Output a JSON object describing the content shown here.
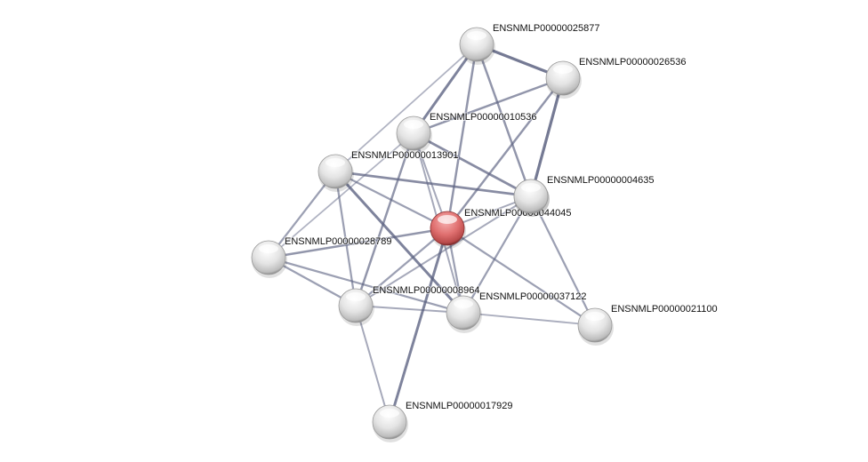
{
  "network": {
    "center_color": "#e06666",
    "node_color": "#e8e8e8",
    "edge_color": "#5a6080",
    "nodes": [
      {
        "id": "25877",
        "label": "ENSNMLP00000025877"
      },
      {
        "id": "26536",
        "label": "ENSNMLP00000026536"
      },
      {
        "id": "10536",
        "label": "ENSNMLP00000010536"
      },
      {
        "id": "13901",
        "label": "ENSNMLP00000013901"
      },
      {
        "id": "4635",
        "label": "ENSNMLP00000004635"
      },
      {
        "id": "44045",
        "label": "ENSNMLP00000044045",
        "query": true
      },
      {
        "id": "28789",
        "label": "ENSNMLP00000028789"
      },
      {
        "id": "8964",
        "label": "ENSNMLP00000008964"
      },
      {
        "id": "37122",
        "label": "ENSNMLP00000037122"
      },
      {
        "id": "21100",
        "label": "ENSNMLP00000021100"
      },
      {
        "id": "17929",
        "label": "ENSNMLP00000017929"
      }
    ],
    "edges": [
      [
        "25877",
        "26536",
        0.9
      ],
      [
        "25877",
        "10536",
        0.8
      ],
      [
        "25877",
        "13901",
        0.3
      ],
      [
        "25877",
        "44045",
        0.6
      ],
      [
        "25877",
        "4635",
        0.6
      ],
      [
        "26536",
        "10536",
        0.6
      ],
      [
        "26536",
        "44045",
        0.6
      ],
      [
        "26536",
        "4635",
        0.9
      ],
      [
        "10536",
        "4635",
        0.7
      ],
      [
        "10536",
        "44045",
        0.4
      ],
      [
        "10536",
        "8964",
        0.6
      ],
      [
        "10536",
        "28789",
        0.3
      ],
      [
        "10536",
        "37122",
        0.4
      ],
      [
        "13901",
        "4635",
        0.7
      ],
      [
        "13901",
        "44045",
        0.5
      ],
      [
        "13901",
        "37122",
        0.8
      ],
      [
        "13901",
        "28789",
        0.5
      ],
      [
        "13901",
        "8964",
        0.5
      ],
      [
        "44045",
        "28789",
        0.6
      ],
      [
        "44045",
        "8964",
        0.5
      ],
      [
        "44045",
        "37122",
        0.5
      ],
      [
        "44045",
        "17929",
        0.8
      ],
      [
        "44045",
        "21100",
        0.5
      ],
      [
        "44045",
        "4635",
        0.4
      ],
      [
        "4635",
        "21100",
        0.5
      ],
      [
        "4635",
        "37122",
        0.5
      ],
      [
        "4635",
        "8964",
        0.4
      ],
      [
        "28789",
        "8964",
        0.5
      ],
      [
        "28789",
        "37122",
        0.5
      ],
      [
        "8964",
        "37122",
        0.4
      ],
      [
        "8964",
        "17929",
        0.4
      ],
      [
        "37122",
        "21100",
        0.35
      ]
    ]
  }
}
